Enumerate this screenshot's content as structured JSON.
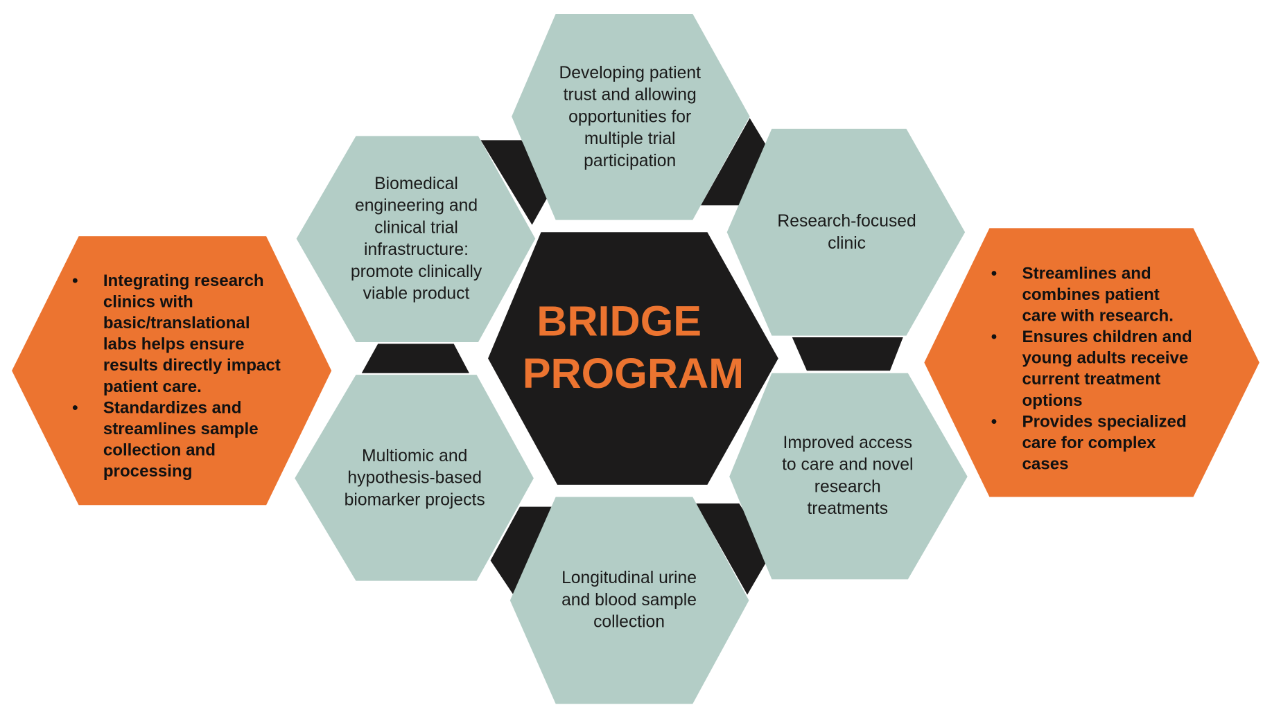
{
  "colors": {
    "teal": "#b3cdc6",
    "orange": "#ec7430",
    "dark": "#1c1b1b"
  },
  "center": {
    "lines": [
      "BRIDGE",
      "PROGRAM"
    ]
  },
  "hexes": {
    "top": [
      "Developing patient",
      "trust and allowing",
      "opportunities for",
      "multiple trial",
      "participation"
    ],
    "biomedical": [
      "Biomedical",
      "engineering and",
      "clinical trial",
      "infrastructure:",
      "promote clinically",
      "viable product"
    ],
    "research": [
      "Research-focused",
      "clinic"
    ],
    "multiomic": [
      "Multiomic and",
      "hypothesis-based",
      "biomarker projects"
    ],
    "access": [
      "Improved access",
      "to care and novel",
      "research",
      "treatments"
    ],
    "longitudinal": [
      "Longitudinal urine",
      "and blood sample",
      "collection"
    ]
  },
  "left_panel": {
    "bullet": "•",
    "lines": [
      "Integrating research",
      "clinics with",
      "basic/translational",
      "labs helps ensure",
      "results directly impact",
      "patient care.",
      "Standardizes and",
      "streamlines sample",
      "collection and",
      "processing"
    ]
  },
  "right_panel": {
    "bullet": "•",
    "lines": [
      "Streamlines and",
      "combines patient",
      "care with research.",
      "Ensures children and",
      "young adults receive",
      "current treatment",
      "options",
      "Provides specialized",
      "care for complex",
      "cases"
    ]
  }
}
